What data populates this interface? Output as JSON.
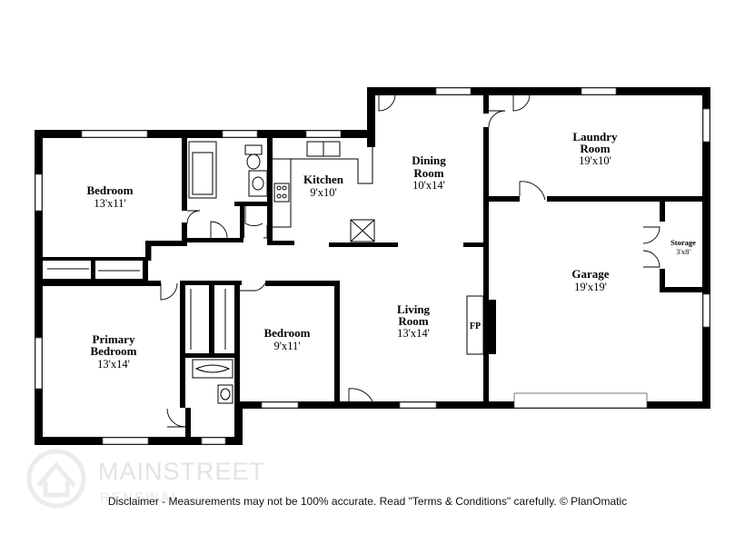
{
  "rooms": {
    "bedroom_1": {
      "name": "Bedroom",
      "dim": "13'x11'"
    },
    "kitchen": {
      "name": "Kitchen",
      "dim": "9'x10'"
    },
    "dining": {
      "name_line1": "Dining",
      "name_line2": "Room",
      "dim": "10'x14'"
    },
    "laundry": {
      "name_line1": "Laundry",
      "name_line2": "Room",
      "dim": "19'x10'"
    },
    "storage": {
      "name": "Storage",
      "dim": "3'x8'"
    },
    "garage": {
      "name": "Garage",
      "dim": "19'x19'"
    },
    "living": {
      "name_line1": "Living",
      "name_line2": "Room",
      "dim": "13'x14'"
    },
    "bedroom_2": {
      "name": "Bedroom",
      "dim": "9'x11'"
    },
    "primary": {
      "name_line1": "Primary",
      "name_line2": "Bedroom",
      "dim": "13'x14'"
    }
  },
  "fireplace_label": "FP",
  "logo": {
    "main": "MAINSTREET",
    "sub": "RENEWAL"
  },
  "disclaimer": "Disclaimer - Measurements may not be 100% accurate. Read \"Terms & Conditions\" carefully. © PlanOmatic"
}
